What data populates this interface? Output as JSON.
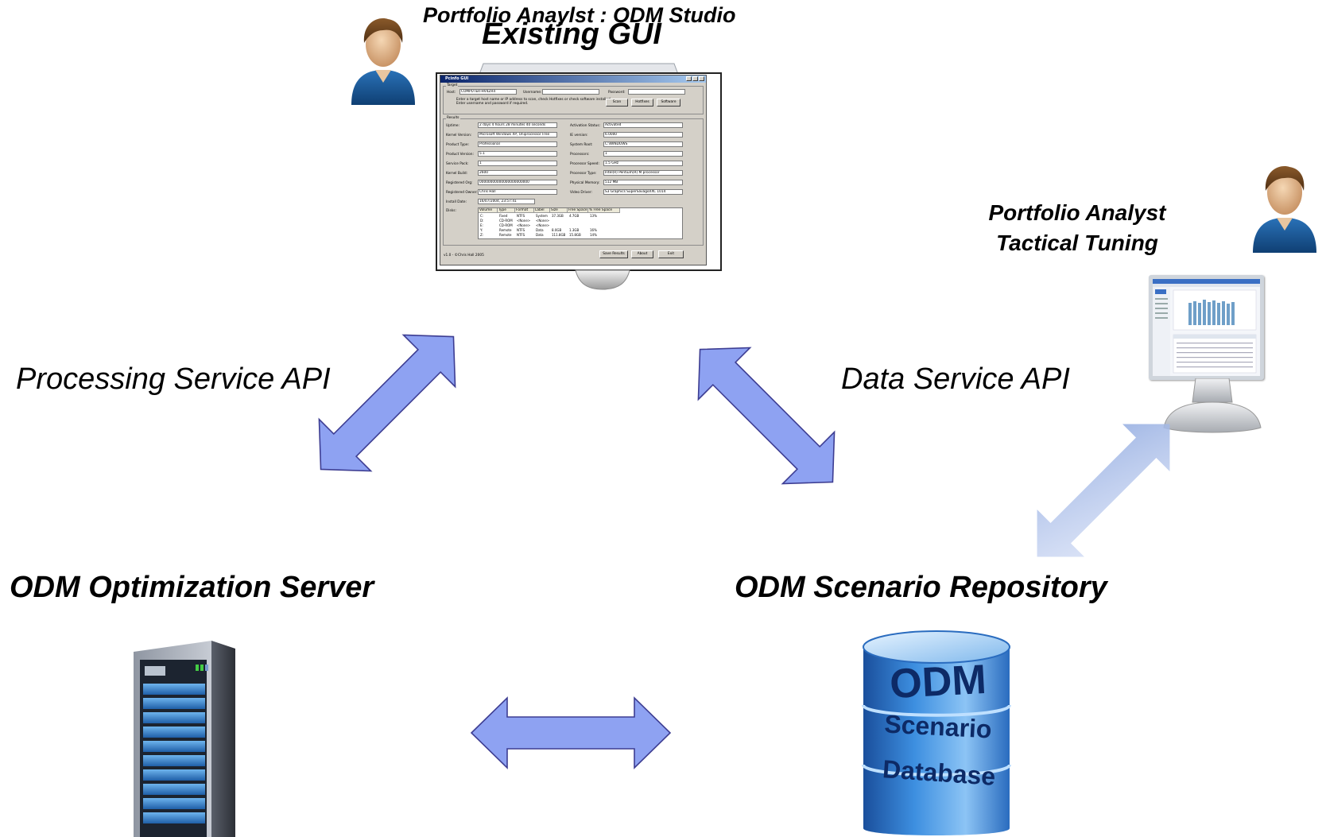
{
  "title_top_small": "Portfolio Anaylst : ODM Studio",
  "title_top_large": "Existing GUI",
  "title_right": [
    "Portfolio Analyst",
    "Tactical Tuning"
  ],
  "label_processing_api": "Processing Service API",
  "label_data_api": "Data Service API",
  "label_optimization_server": "ODM Optimization Server",
  "label_scenario_repository": "ODM Scenario Repository",
  "database_text": [
    "ODM",
    "Scenario",
    "Database"
  ],
  "colors": {
    "arrow_fill": "#8ea2f2",
    "arrow_stroke": "#3d3d92",
    "database_blue": "#1f6fc9",
    "server_blue": "#4a8fd6"
  },
  "window": {
    "title": "Pcinfo GUI",
    "target_group": "Target",
    "host_label": "Host:",
    "host_value": "COMPUTER-HV4ZR4",
    "username_label": "Username:",
    "username_value": "",
    "password_label": "Password:",
    "password_value": "",
    "help_text": [
      "Enter a target host name or IP address to scan, check Hotfixes or check software installed.",
      "Enter username and password if required."
    ],
    "buttons": [
      "Scan",
      "Hotfixes",
      "Software"
    ],
    "results_group": "Results",
    "left_fields": [
      {
        "label": "Uptime:",
        "value": "2 days 4 hours 28 minutes 40 seconds"
      },
      {
        "label": "Kernel Version:",
        "value": "Microsoft Windows XP, Uniprocessor Free"
      },
      {
        "label": "Product Type:",
        "value": "Professional"
      },
      {
        "label": "Product Version:",
        "value": "5.1"
      },
      {
        "label": "Service Pack:",
        "value": "1"
      },
      {
        "label": "Kernel Build:",
        "value": "2600"
      },
      {
        "label": "Registered Org:",
        "value": "00000000000000000000000"
      },
      {
        "label": "Registered Owner:",
        "value": "Chris Hall"
      },
      {
        "label": "Install Date:",
        "value": "16/07/2004, 23:57:41"
      }
    ],
    "right_fields": [
      {
        "label": "Activation Status:",
        "value": "Activated"
      },
      {
        "label": "IE version:",
        "value": "6.0000"
      },
      {
        "label": "System Root:",
        "value": "C:\\WINDOWS"
      },
      {
        "label": "Processors:",
        "value": "1"
      },
      {
        "label": "Processor Speed:",
        "value": "1.5 GHz"
      },
      {
        "label": "Processor Type:",
        "value": "Intel(R) Pentium(R) M processor"
      },
      {
        "label": "Physical Memory:",
        "value": "512 MB"
      },
      {
        "label": "Video Driver:",
        "value": "S3 Graphics SuperSavage/IXC 1014"
      }
    ],
    "disks_label": "Disks:",
    "disk_columns": [
      "Volume",
      "Type",
      "Format",
      "Label",
      "Size",
      "Free Space",
      "% Free Space"
    ],
    "disk_rows": [
      [
        "C:",
        "Fixed",
        "NTFS",
        "System",
        "37.3GB",
        "4.7GB",
        "13%"
      ],
      [
        "D:",
        "CD-ROM",
        "<None>",
        "<None>",
        "",
        "",
        ""
      ],
      [
        "E:",
        "CD-ROM",
        "<None>",
        "<None>",
        "",
        "",
        ""
      ],
      [
        "Y:",
        "Remote",
        "NTFS",
        "Data",
        "8.0GB",
        "1.3GB",
        "16%"
      ],
      [
        "Z:",
        "Remote",
        "NTFS",
        "Data",
        "111.8GB",
        "15.8GB",
        "14%"
      ]
    ],
    "footer_version": "v1.0 - ©Chris Hall 2005",
    "footer_buttons": [
      "Save Results",
      "About",
      "Exit"
    ]
  }
}
